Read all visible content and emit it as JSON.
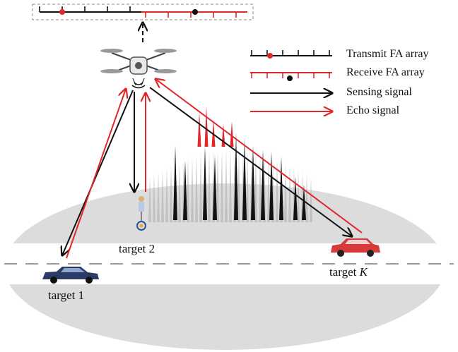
{
  "legend": {
    "transmit": "Transmit FA array",
    "receive": "Receive FA array",
    "sensing": "Sensing signal",
    "echo": "Echo signal"
  },
  "targets": {
    "t1_text": "target 1",
    "t2_text": "target 2",
    "tk_text": "target ",
    "tk_index": "K"
  },
  "colors": {
    "transmit": "#111111",
    "echo": "#e0282b",
    "ground": "#dcdcdc",
    "road": "#ffffff",
    "beam_light": "#b8b8b8"
  },
  "icons": [
    "drone-icon",
    "car-icon",
    "person-icon"
  ]
}
